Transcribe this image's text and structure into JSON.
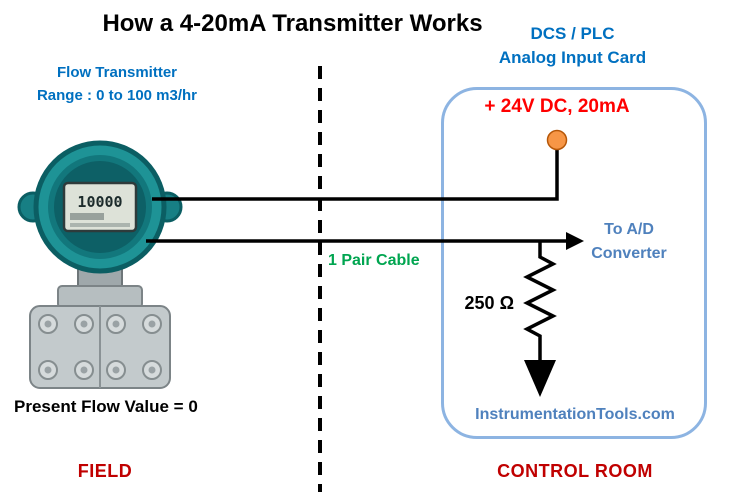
{
  "title": "How a 4-20mA Transmitter Works",
  "field": {
    "transmitter_name": "Flow Transmitter",
    "transmitter_range": "Range : 0 to 100 m3/hr",
    "display_value": "10000",
    "present_flow_text": "Present Flow Value = 0",
    "zone_label": "FIELD"
  },
  "cable": {
    "label": "1 Pair Cable"
  },
  "control_room": {
    "header_line1": "DCS / PLC",
    "header_line2": "Analog Input Card",
    "supply_label": "+ 24V DC, 20mA",
    "ad_converter_line1": "To A/D",
    "ad_converter_line2": "Converter",
    "resistor_value": "250 Ω",
    "site_credit": "InstrumentationTools.com",
    "zone_label": "CONTROL ROOM"
  },
  "colors": {
    "heading_blue": "#0070C0",
    "light_blue": "#4F81BD",
    "supply_red": "#FF0000",
    "zone_red": "#C00000",
    "cable_green": "#00A550",
    "box_border_blue": "#8DB4E2",
    "terminal_orange": "#F79646",
    "transmitter_teal": "#1E9396"
  }
}
